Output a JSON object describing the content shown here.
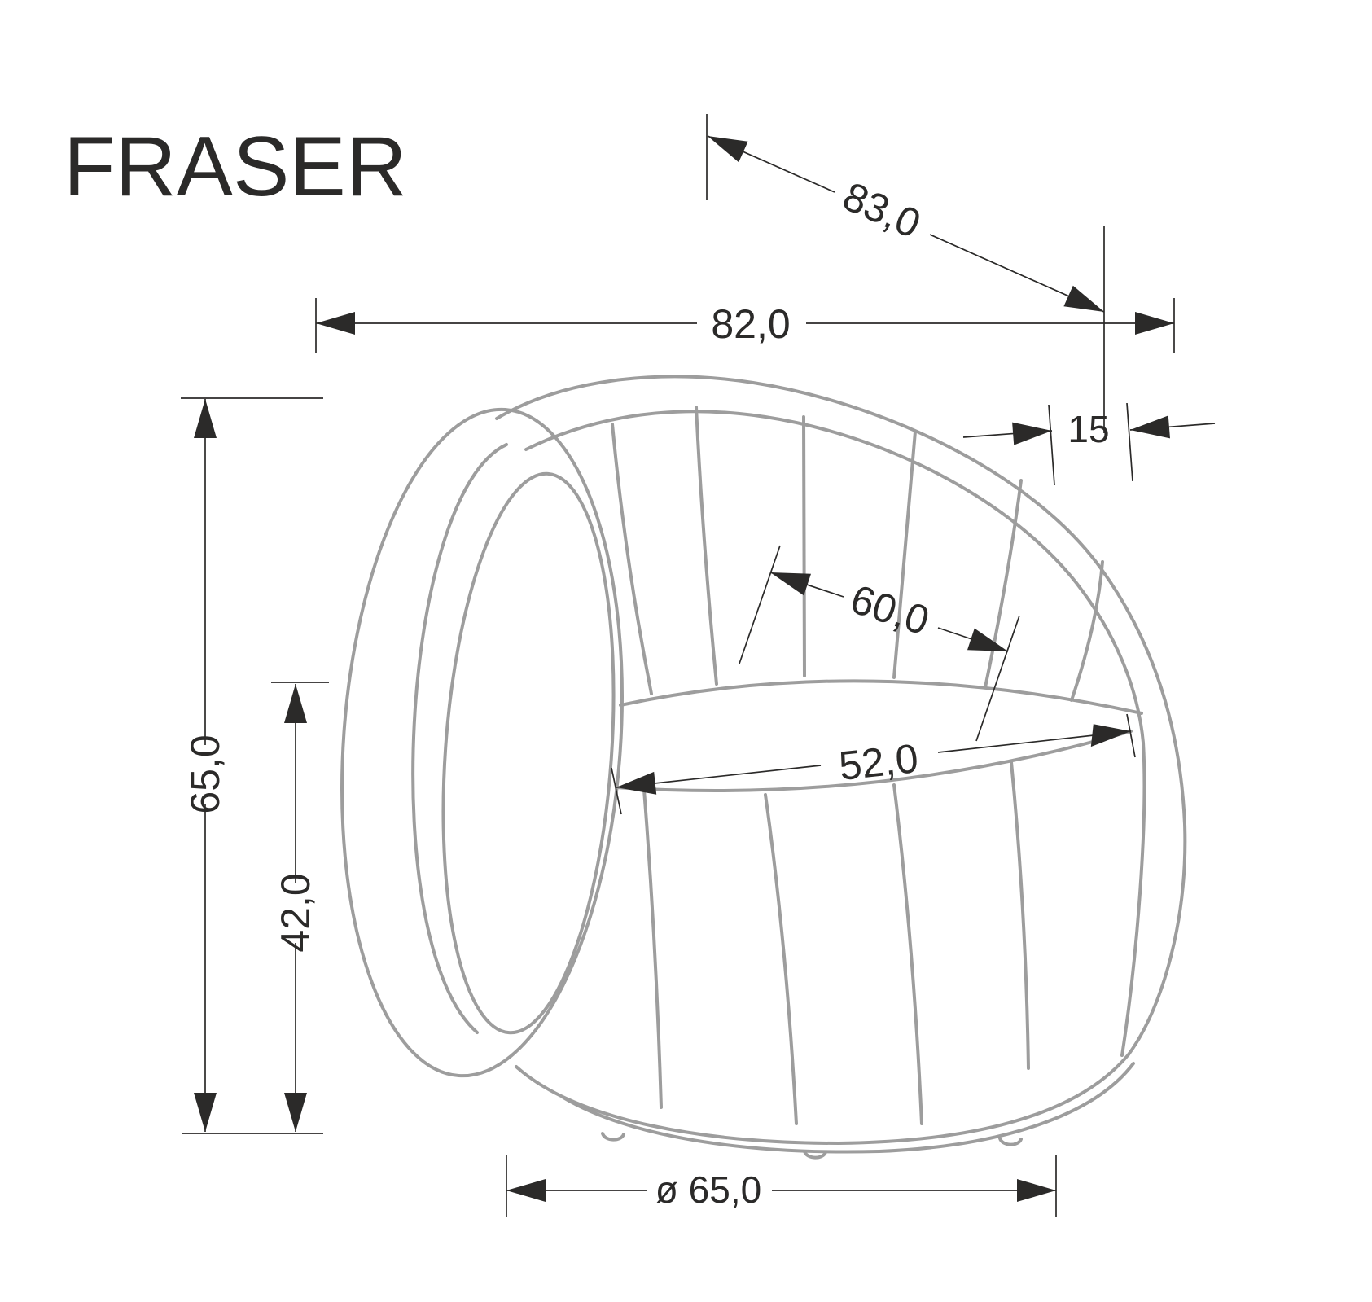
{
  "title": "FRASER",
  "drawing_type": "armchair dimension drawing",
  "colors": {
    "background": "#ffffff",
    "product_line": "#9d9d9d",
    "dimension_line": "#2b2a29",
    "text": "#2b2a29"
  },
  "dimensions": {
    "diagonal_depth": {
      "label": "83,0",
      "meaning": "overall diagonal depth"
    },
    "overall_width": {
      "label": "82,0",
      "meaning": "overall width"
    },
    "backrest_thickness": {
      "label": "15",
      "meaning": "backrest thickness"
    },
    "overall_height": {
      "label": "65,0",
      "meaning": "overall height"
    },
    "seat_height": {
      "label": "42,0",
      "meaning": "seat height"
    },
    "seat_depth": {
      "label": "60,0",
      "meaning": "seat depth"
    },
    "seat_width": {
      "label": "52,0",
      "meaning": "seat width"
    },
    "base_diameter": {
      "label": "ø 65,0",
      "meaning": "base diameter"
    }
  }
}
